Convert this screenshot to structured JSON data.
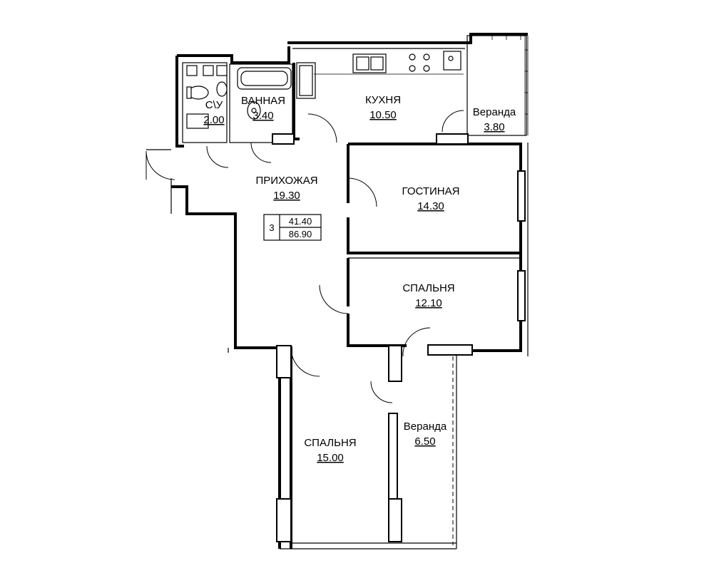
{
  "plan": {
    "rooms": [
      {
        "name": "С\\У",
        "area": "2.00"
      },
      {
        "name": "ВАННАЯ",
        "area": "3.40"
      },
      {
        "name": "КУХНЯ",
        "area": "10.50"
      },
      {
        "name": "Веранда",
        "area": "3.80"
      },
      {
        "name": "ПРИХОЖАЯ",
        "area": "19.30"
      },
      {
        "name": "ГОСТИНАЯ",
        "area": "14.30"
      },
      {
        "name": "СПАЛЬНЯ",
        "area": "12.10"
      },
      {
        "name": "СПАЛЬНЯ",
        "area": "15.00"
      },
      {
        "name": "Веранда",
        "area": "6.50"
      }
    ],
    "summary": {
      "rooms_count": "3",
      "living_area": "41.40",
      "total_area": "86.90"
    }
  }
}
